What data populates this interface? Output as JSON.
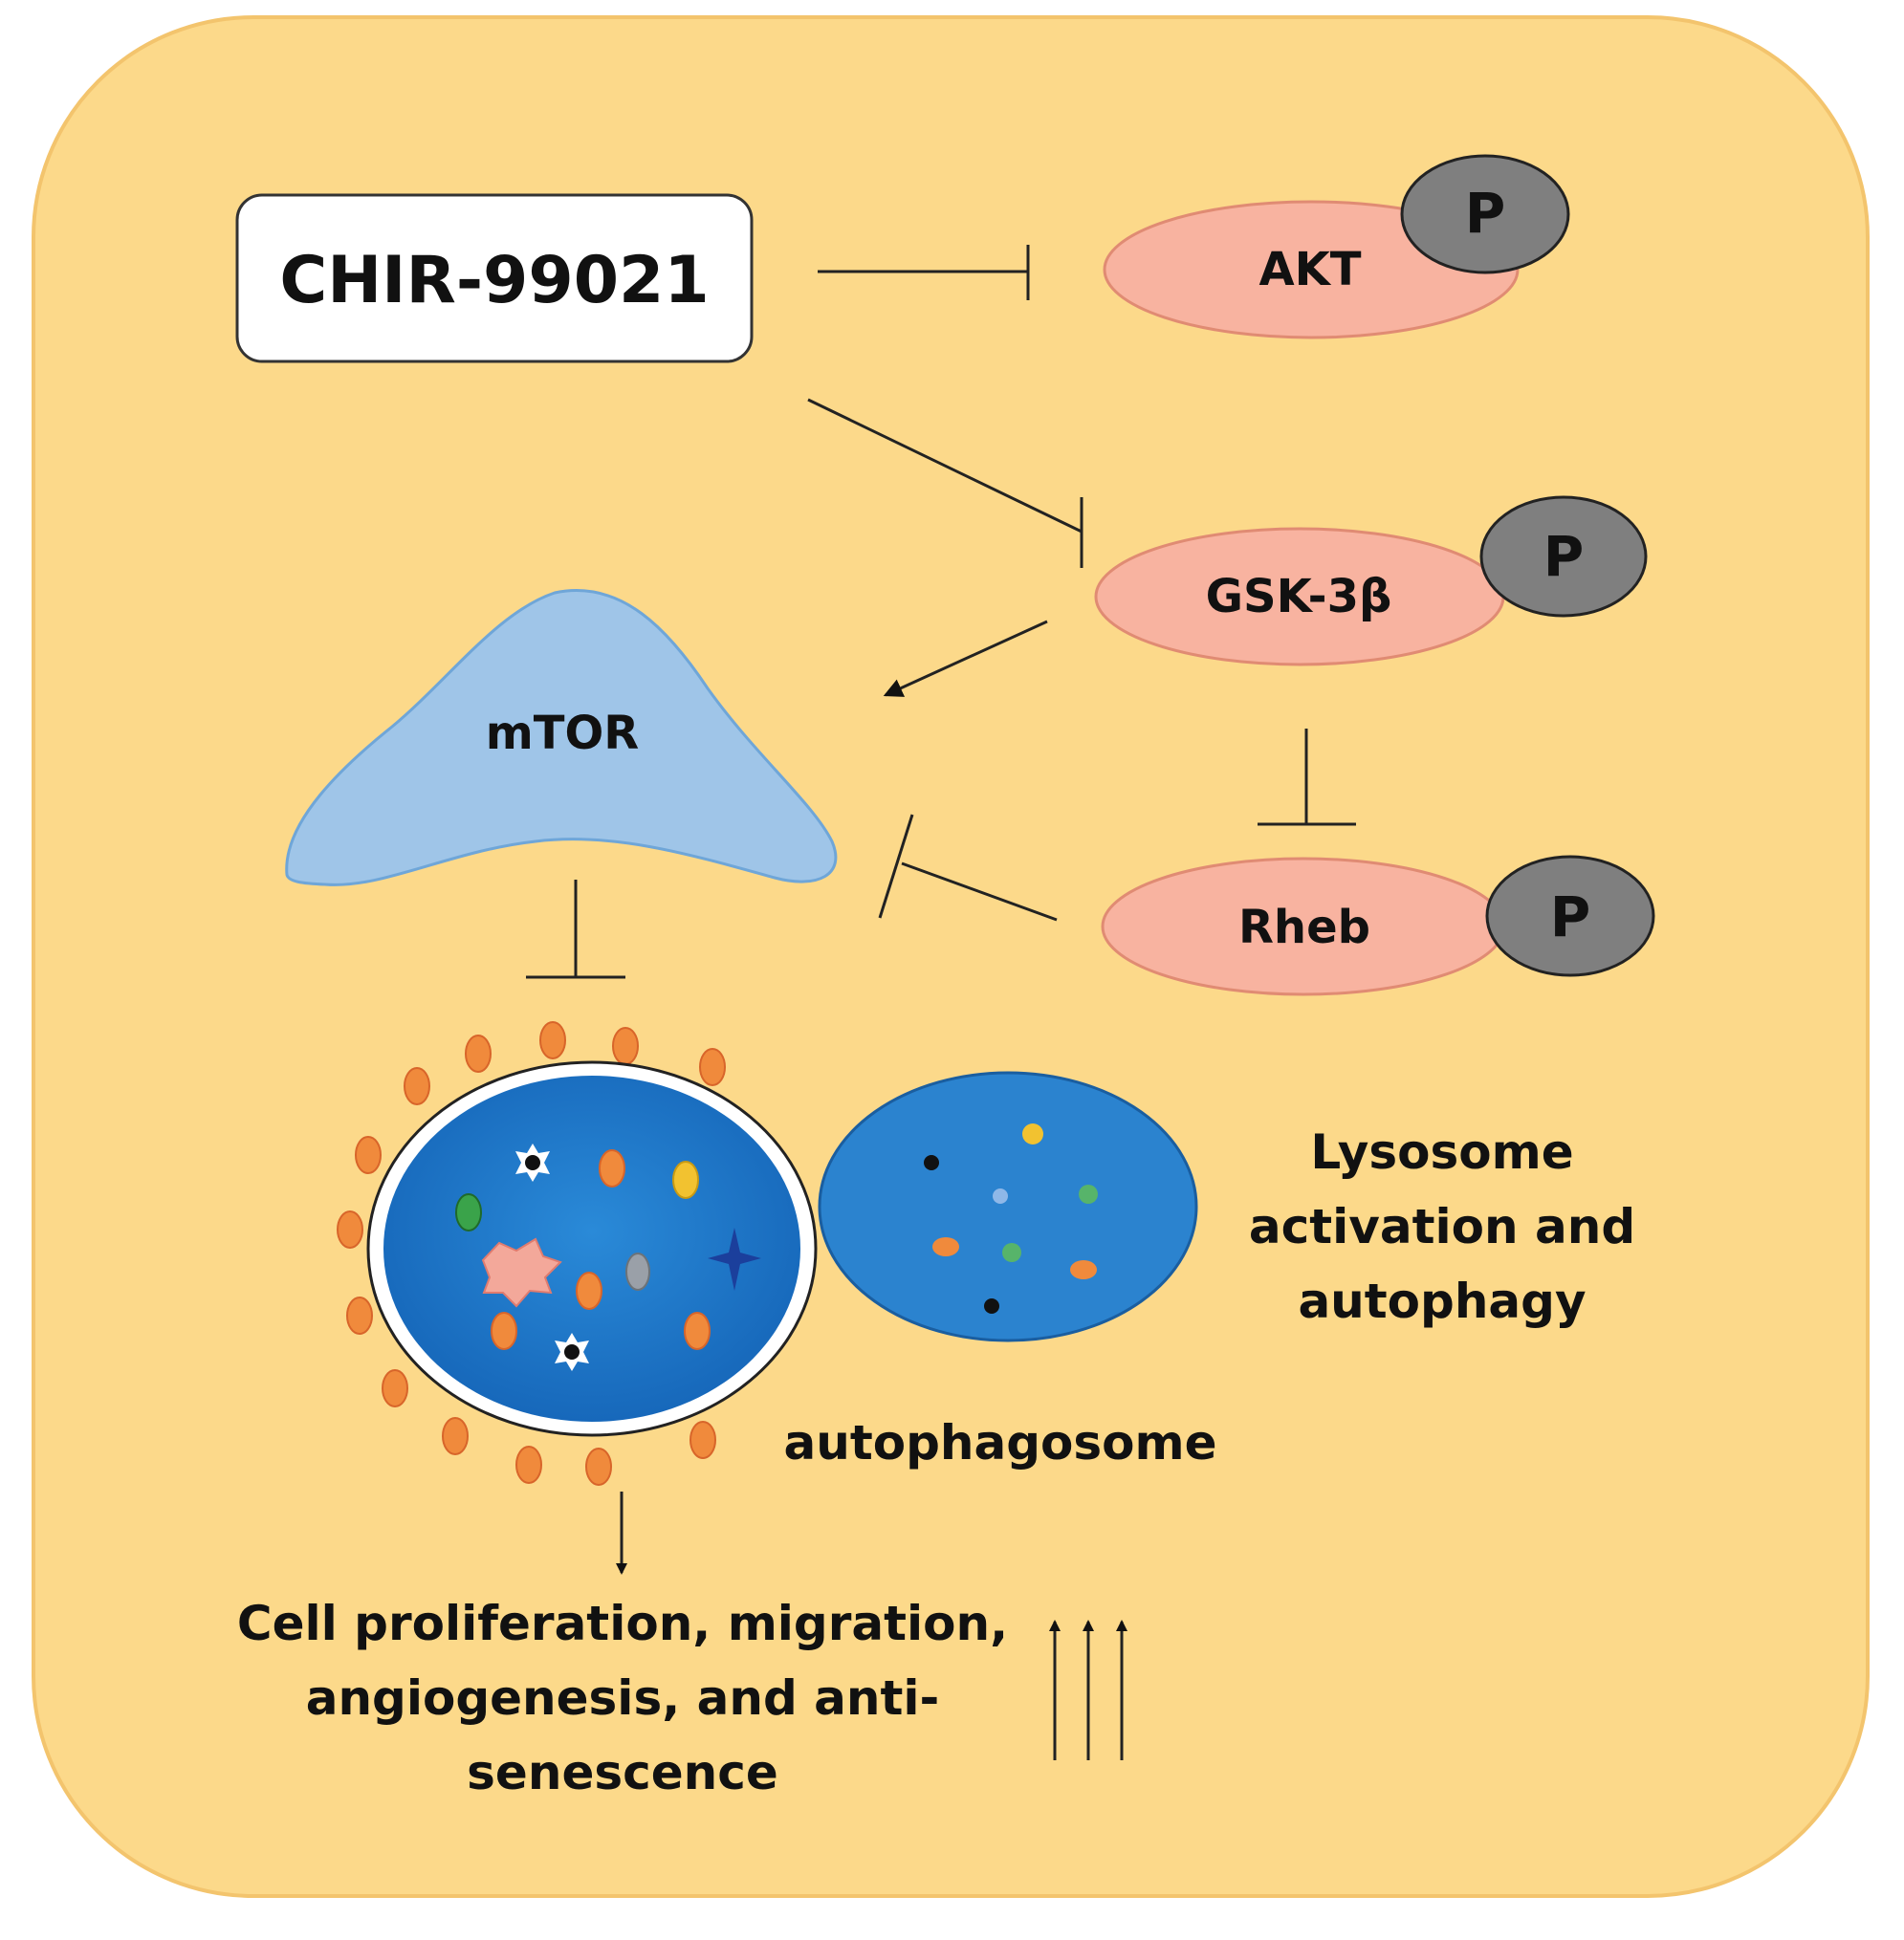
{
  "drug": {
    "label": "CHIR-99021"
  },
  "proteins": {
    "akt": {
      "label": "AKT",
      "phospho": "P"
    },
    "gsk": {
      "label": "GSK-3β",
      "phospho": "P"
    },
    "rheb": {
      "label": "Rheb",
      "phospho": "P"
    },
    "mtor": {
      "label": "mTOR"
    }
  },
  "lysosome": {
    "lines": [
      "Lysosome",
      "activation and",
      "autophagy"
    ]
  },
  "autophagosome": {
    "label": "autophagosome"
  },
  "outcome": {
    "lines": [
      "Cell proliferation, migration,",
      "angiogenesis, and anti-",
      "senescence"
    ]
  },
  "colors": {
    "background": "#fcd98a",
    "protein_fill": "#f8b3a0",
    "phospho_fill": "#7f7f7f",
    "mtor_fill": "#9fc5e8",
    "vesicle_fill": "#1f78c8",
    "dot_fill": "#f08a3c"
  }
}
